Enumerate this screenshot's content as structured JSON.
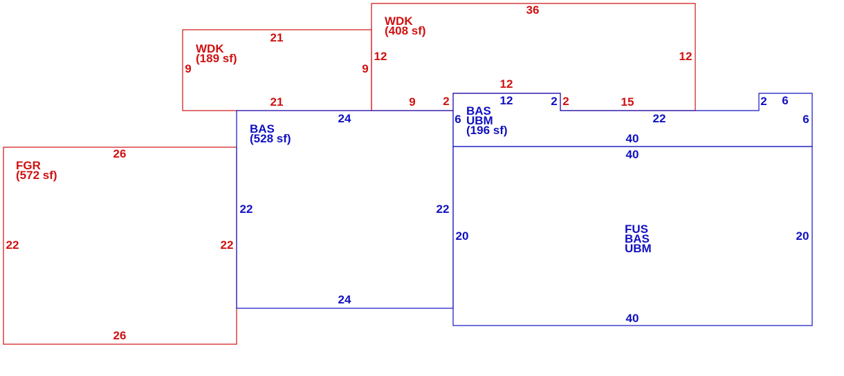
{
  "colors": {
    "red": "#d01010",
    "blue": "#1010c0",
    "background": "#ffffff"
  },
  "sections": {
    "wdk_large": {
      "code": "WDK",
      "area": "(408 sf)",
      "dims": {
        "top": "36",
        "left": "12",
        "right": "12",
        "bottom_a": "9",
        "bottom_b": "2",
        "bottom_c": "2",
        "bottom_d": "15",
        "notch_top": "12"
      }
    },
    "wdk_small": {
      "code": "WDK",
      "area": "(189 sf)",
      "dims": {
        "top": "21",
        "bottom": "21",
        "left": "9",
        "right": "9"
      }
    },
    "fgr": {
      "code": "FGR",
      "area": "(572 sf)",
      "dims": {
        "top": "26",
        "bottom": "26",
        "left": "22",
        "right": "22"
      }
    },
    "bas_main": {
      "code": "BAS",
      "area": "(528 sf)",
      "dims": {
        "top": "24",
        "bottom": "24",
        "left": "22",
        "right": "22"
      }
    },
    "bas_ubm_small": {
      "code_1": "BAS",
      "code_2": "UBM",
      "area": "(196 sf)",
      "dims": {
        "left": "6",
        "notch_top": "12",
        "notch_right": "2",
        "top_mid": "22",
        "step_left": "2",
        "step_top": "6",
        "right": "6",
        "bottom": "40"
      }
    },
    "fus_bas_ubm": {
      "code_1": "FUS",
      "code_2": "BAS",
      "code_3": "UBM",
      "dims": {
        "top": "40",
        "bottom": "40",
        "left": "20",
        "right": "20"
      }
    }
  }
}
